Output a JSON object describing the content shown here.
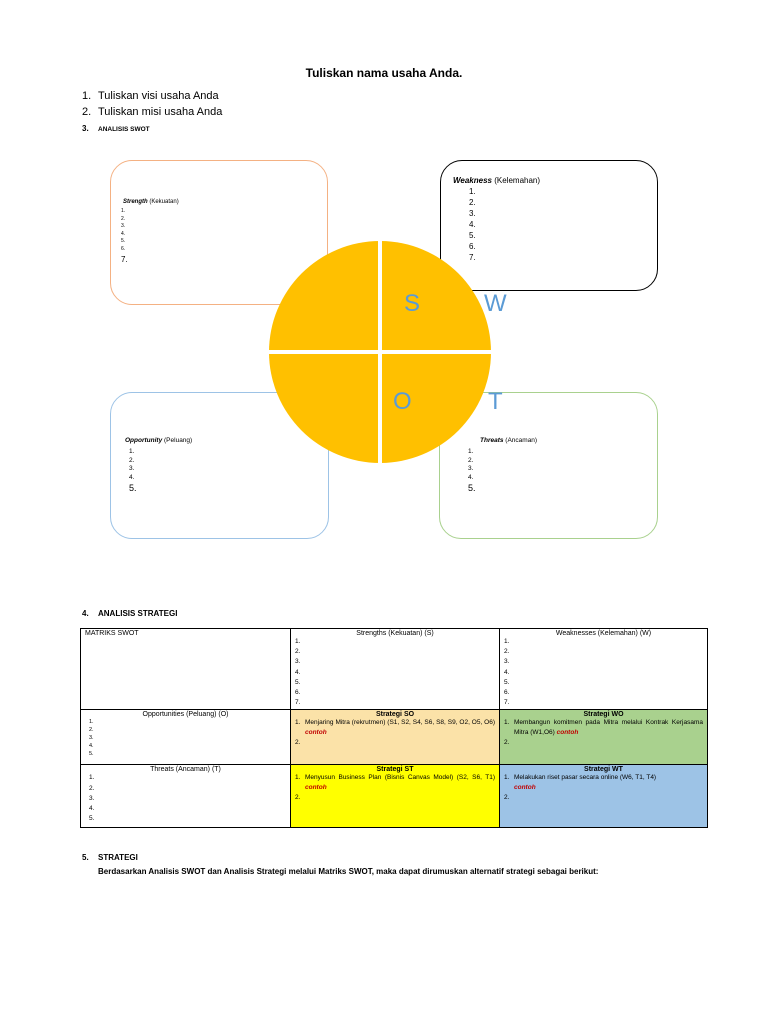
{
  "title": "Tuliskan nama usaha Anda.",
  "top_list": [
    {
      "num": "1.",
      "text": "Tuliskan visi usaha Anda"
    },
    {
      "num": "2.",
      "text": "Tuliskan misi usaha Anda"
    },
    {
      "num": "3.",
      "text": "ANALISIS SWOT"
    }
  ],
  "swot_boxes": {
    "strength": {
      "label_bold": "Strength",
      "label_plain": "(Kekuatan)",
      "items": [
        "1.",
        "2.",
        "3.",
        "4.",
        "5.",
        "6.",
        "7."
      ]
    },
    "weakness": {
      "label_bold": "Weakness",
      "label_plain": "(Kelemahan)",
      "items": [
        "1.",
        "2.",
        "3.",
        "4.",
        "5.",
        "6.",
        "7."
      ]
    },
    "opportunity": {
      "label_bold": "Opportunity",
      "label_plain": "(Peluang)",
      "items": [
        "1.",
        "2.",
        "3.",
        "4.",
        "5."
      ]
    },
    "threats": {
      "label_bold": "Threats",
      "label_plain": "(Ancaman)",
      "items": [
        "1.",
        "2.",
        "3.",
        "4.",
        "5."
      ]
    }
  },
  "swot_letters": {
    "s": "S",
    "w": "W",
    "o": "O",
    "t": "T"
  },
  "colors": {
    "circle": "#ffc000",
    "letters": "#5b9bd5",
    "contoh": "#c00000",
    "so": "#fbe2a8",
    "wo": "#a9d18e",
    "st": "#ffff00",
    "wt": "#9dc3e6"
  },
  "section4": {
    "num": "4.",
    "text": "ANALISIS STRATEGI"
  },
  "matrix": {
    "corner": "MATRIKS SWOT",
    "strengths_header": "Strengths (Kekuatan) (S)",
    "strengths_items": [
      "1.",
      "2.",
      "3.",
      "4.",
      "5.",
      "6.",
      "7."
    ],
    "weaknesses_header": "Weaknesses (Kelemahan) (W)",
    "weaknesses_items": [
      "1.",
      "2.",
      "3.",
      "4.",
      "5.",
      "6.",
      "7."
    ],
    "opportunities_header": "Opportunities (Peluang) (O)",
    "opportunities_items": [
      "1.",
      "2.",
      "3.",
      "4.",
      "5."
    ],
    "threats_header": "Threats (Ancaman) (T)",
    "threats_items": [
      "1.",
      "2.",
      "3.",
      "4.",
      "5."
    ],
    "so": {
      "header": "Strategi SO",
      "item1": "Menjaring Mitra (rekrutmen) (S1, S2, S4, S6, S8, S9, O2, O5, O6)",
      "contoh": "contoh",
      "num1": "1.",
      "num2": "2."
    },
    "wo": {
      "header": "Strategi WO",
      "item1": "Membangun komitmen pada Mitra melalui Kontrak Kerjasama Mitra (W1,O6)",
      "contoh": "contoh",
      "num1": "1.",
      "num2": "2."
    },
    "st": {
      "header": "Strategi ST",
      "item1": "Menyusun Business Plan (Bisnis Canvas Model) (S2, S6, T1)",
      "contoh": "contoh",
      "num1": "1.",
      "num2": "2."
    },
    "wt": {
      "header": "Strategi WT",
      "item1": "Melakukan riset pasar secara online (W6, T1, T4)",
      "contoh": "contoh",
      "num1": "1.",
      "num2": "2."
    }
  },
  "section5": {
    "num": "5.",
    "title": "STRATEGI",
    "body": "Berdasarkan Analisis SWOT dan Analisis Strategi melalui Matriks SWOT, maka dapat dirumuskan alternatif strategi sebagai berikut:"
  }
}
